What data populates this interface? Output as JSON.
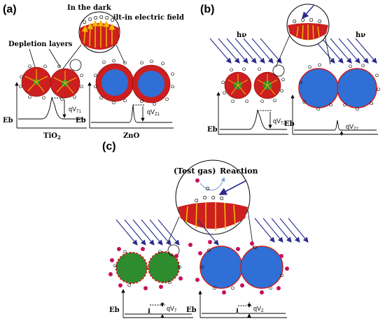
{
  "panels": {
    "a": {
      "label": "(a)",
      "in_dark": "In the dark",
      "built_in_field": "Built-in electric field",
      "depletion_layers": "Depletion layers",
      "eb_left": "Eb",
      "eb_right": "Eb",
      "qv_left": "qV",
      "qv_left_sub": "T1",
      "qv_right": "qV",
      "qv_right_sub": "Z1",
      "tio2_base": "TiO",
      "tio2_sub": "2",
      "zno": "ZnO"
    },
    "b": {
      "label": "(b)",
      "hv_left": "hν",
      "hv_right": "hν",
      "eb_left": "Eb",
      "eb_right": "Eb",
      "qv_left": "qV",
      "qv_left_sub": "T2",
      "qv_right": "qV",
      "qv_right_sub": "Z2"
    },
    "c": {
      "label": "(c)",
      "test_gas": "(Test gas)",
      "reaction": "Reaction",
      "eb_left": "Eb",
      "eb_right": "Eb",
      "qv_left": "qV",
      "qv_left_sub": "T",
      "qv_right": "qV",
      "qv_right_sub": "Z"
    }
  },
  "particle_symbol": "O",
  "colors": {
    "depletion": "#cc1f1f",
    "tio2_core": "#2e8b2e",
    "zno_core": "#2f6fd6",
    "field_arrow": "#f5b800",
    "light_ray": "#2a2a8c",
    "gas": "#c8105a"
  }
}
